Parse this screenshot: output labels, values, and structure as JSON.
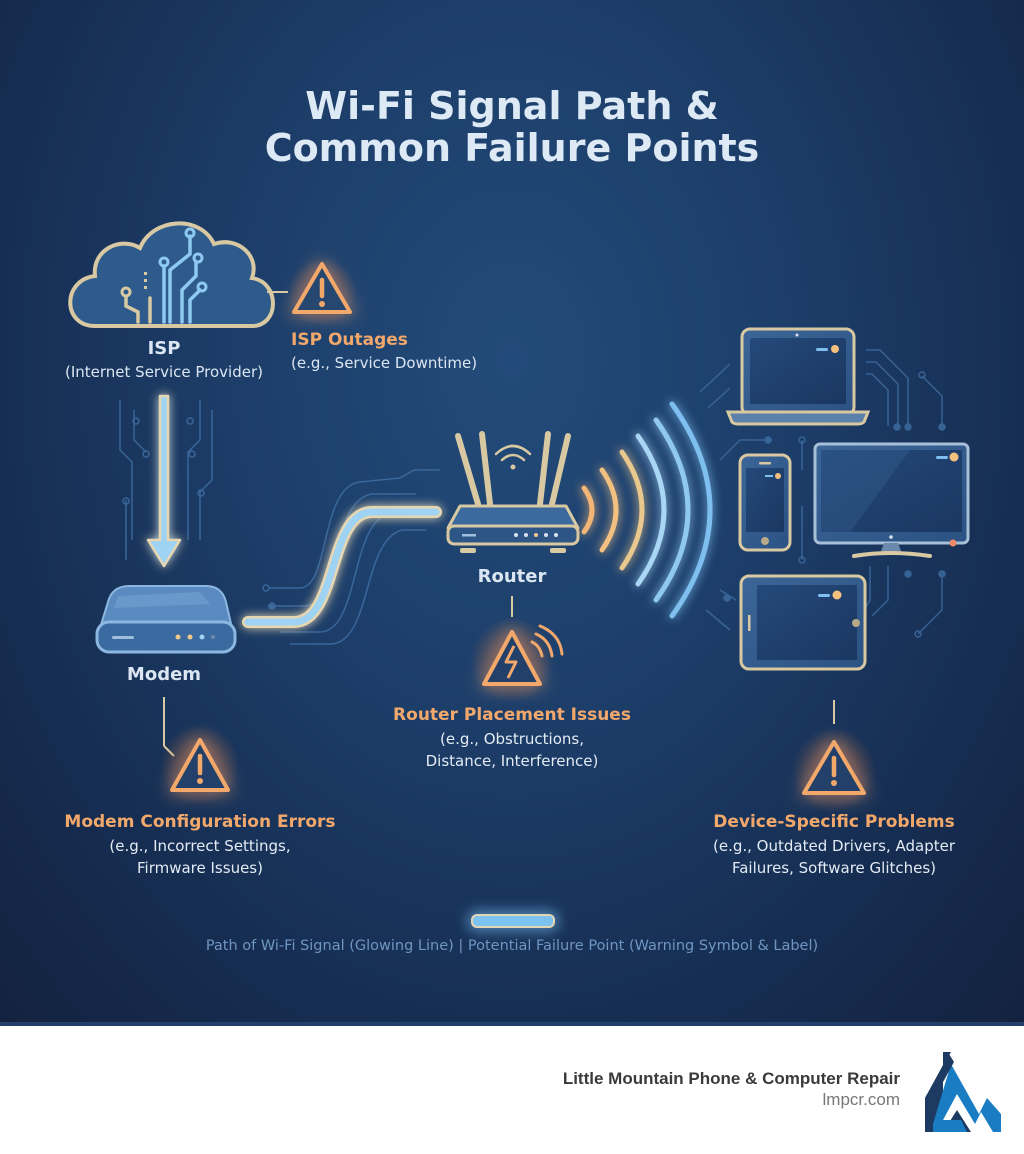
{
  "title": {
    "line1": "Wi-Fi Signal Path &",
    "line2": "Common Failure Points"
  },
  "nodes": {
    "isp": {
      "name": "ISP",
      "sub": "(Internet Service Provider)",
      "icon": "cloud-circuit-icon"
    },
    "modem": {
      "name": "Modem",
      "icon": "modem-icon"
    },
    "router": {
      "name": "Router",
      "icon": "router-icon"
    },
    "devices": {
      "items": [
        "laptop",
        "smartphone",
        "monitor",
        "tablet"
      ],
      "icon": "devices-icon"
    }
  },
  "failures": {
    "isp": {
      "title": "ISP Outages",
      "sub": "(e.g., Service Downtime)",
      "icon": "warning-icon"
    },
    "modem": {
      "title": "Modem Configuration Errors",
      "sub1": "(e.g., Incorrect Settings,",
      "sub2": "Firmware Issues)",
      "icon": "warning-icon"
    },
    "router": {
      "title": "Router Placement Issues",
      "sub1": "(e.g., Obstructions,",
      "sub2": "Distance, Interference)",
      "icon": "warning-lightning-wifi-icon"
    },
    "device": {
      "title": "Device-Specific Problems",
      "sub1": "(e.g., Outdated Drivers, Adapter",
      "sub2": "Failures, Software Glitches)",
      "icon": "warning-icon"
    }
  },
  "legend": {
    "text": "Path of Wi-Fi Signal (Glowing Line)  |  Potential Failure Point (Warning Symbol & Label)"
  },
  "footer": {
    "company": "Little Mountain Phone & Computer Repair",
    "url": "lmpcr.com"
  },
  "colors": {
    "background": "#1c3d68",
    "title": "#dde9f5",
    "warning": "#f2a86b",
    "signal": "#7cc3f0",
    "outline": "#d8c9a3",
    "logo_dark": "#1d3a63",
    "logo_light": "#1a7dc4"
  }
}
